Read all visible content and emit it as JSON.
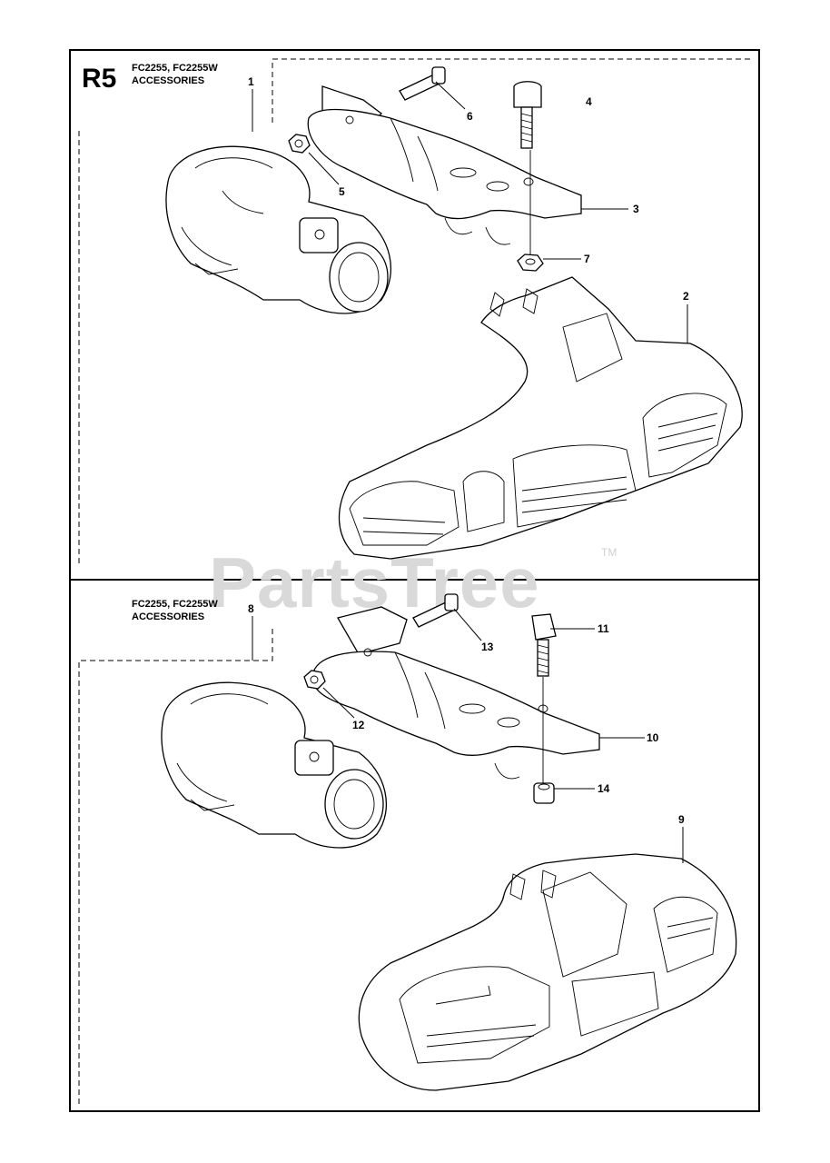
{
  "section_id": "R5",
  "watermark": "PartsTree",
  "trademark": "TM",
  "panels": [
    {
      "header_models": "FC2255, FC2255W",
      "header_title": "ACCESSORIES",
      "callouts": [
        "1",
        "2",
        "3",
        "4",
        "5",
        "6",
        "7"
      ]
    },
    {
      "header_models": "FC2255, FC2255W",
      "header_title": "ACCESSORIES",
      "callouts": [
        "8",
        "9",
        "10",
        "11",
        "12",
        "13",
        "14"
      ]
    }
  ]
}
